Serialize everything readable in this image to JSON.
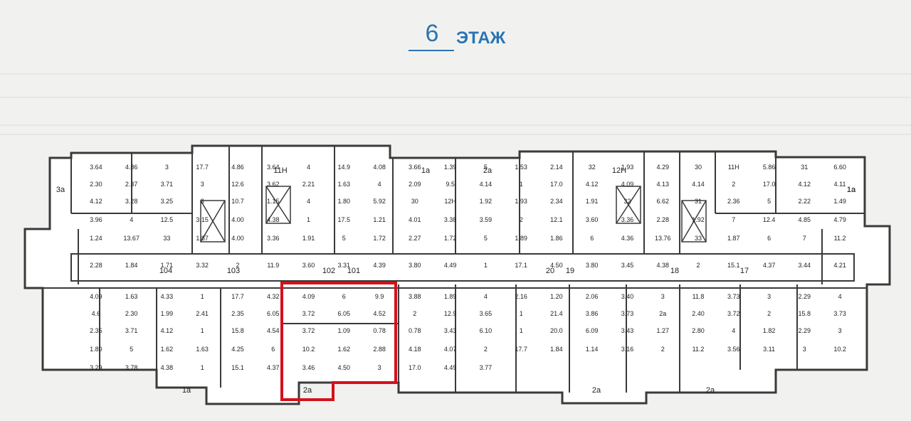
{
  "title": {
    "floor_number": "6",
    "floor_word": "ЭТАЖ"
  },
  "colors": {
    "title": "#2a74b3",
    "highlight": "#d3121c",
    "walls": "#3a3a3a",
    "background": "#f1f2ef"
  },
  "floor_plan": {
    "section_labels": [
      "11Н",
      "12Н"
    ],
    "apartment_numbers": [
      "104",
      "103",
      "102",
      "101",
      "20",
      "19",
      "18",
      "17"
    ],
    "balcony_labels": [
      "3а",
      "1а",
      "2а",
      "1а",
      "2а",
      "1а",
      "2а",
      "2а",
      "1а"
    ],
    "room_labels": [
      "3.64",
      "4.86",
      "3",
      "17.7",
      "4.86",
      "3.64",
      "4",
      "14.9",
      "4.08",
      "3.66",
      "1.39",
      "5",
      "1.53",
      "2.14",
      "32",
      "1.93",
      "4.29",
      "30",
      "11Н",
      "5.86",
      "31",
      "6.60",
      "2.30",
      "2.37",
      "3.71",
      "3",
      "12.6",
      "3.62",
      "2.21",
      "1.63",
      "4",
      "2.09",
      "9.5",
      "4.14",
      "1",
      "17.0",
      "4.12",
      "4.09",
      "4.13",
      "4.14",
      "2",
      "17.0",
      "4.12",
      "4.11",
      "4.12",
      "3.28",
      "3.25",
      "3",
      "10.7",
      "1.15",
      "4",
      "1.80",
      "5.92",
      "30",
      "12Н",
      "1.92",
      "1.93",
      "2.34",
      "1.91",
      "32",
      "6.62",
      "31",
      "2.36",
      "5",
      "2.22",
      "1.49",
      "3.96",
      "4",
      "12.5",
      "3.15",
      "4.00",
      "4.38",
      "1",
      "17.5",
      "1.21",
      "4.01",
      "3.38",
      "3.59",
      "2",
      "12.1",
      "3.60",
      "3.36",
      "2.28",
      "1.92",
      "7",
      "12.4",
      "4.85",
      "4.79",
      "1.24",
      "13.67",
      "33",
      "1.87",
      "4.00",
      "3.36",
      "1.91",
      "5",
      "1.72",
      "2.27",
      "1.72",
      "5",
      "1.89",
      "1.86",
      "6",
      "4.36",
      "13.76",
      "33",
      "1.87",
      "6",
      "7",
      "11.2",
      "2.28",
      "1.84",
      "1.71",
      "3.32",
      "2",
      "11.9",
      "3.60",
      "3.31",
      "4.39",
      "3.80",
      "4.49",
      "1",
      "17.1",
      "4.50",
      "3.80",
      "3.45",
      "4.38",
      "2",
      "15.1",
      "4.37",
      "3.44",
      "4.21",
      "4.09",
      "1.63",
      "4.33",
      "1",
      "17.7",
      "4.32",
      "4.09",
      "6",
      "9.9",
      "3.88",
      "1.89",
      "4",
      "2.16",
      "1.20",
      "2.06",
      "3.40",
      "3",
      "11.8",
      "3.73",
      "3",
      "2.29",
      "4",
      "4.6",
      "2.30",
      "1.99",
      "2.41",
      "2.35",
      "6.05",
      "3.72",
      "6.05",
      "4.52",
      "2",
      "12.9",
      "3.65",
      "1",
      "21.4",
      "3.86",
      "3.73",
      "2а",
      "2.40",
      "3.72",
      "2",
      "15.8",
      "3.73",
      "2.35",
      "3.71",
      "4.12",
      "1",
      "15.8",
      "4.54",
      "3.72",
      "1.09",
      "0.78",
      "0.78",
      "3.43",
      "6.10",
      "1",
      "20.0",
      "6.09",
      "3.43",
      "1.27",
      "2.80",
      "4",
      "1.82",
      "2.29",
      "3",
      "1.80",
      "5",
      "1.62",
      "1.63",
      "4.25",
      "6",
      "10.2",
      "1.62",
      "2.88",
      "4.18",
      "4.07",
      "2",
      "17.7",
      "1.84",
      "1.14",
      "3.16",
      "2",
      "11.2",
      "3.56",
      "3.11",
      "3",
      "10.2",
      "3.29",
      "3.78",
      "4.38",
      "1",
      "15.1",
      "4.37",
      "3.46",
      "4.50",
      "3",
      "17.0",
      "4.49",
      "3.77"
    ]
  }
}
